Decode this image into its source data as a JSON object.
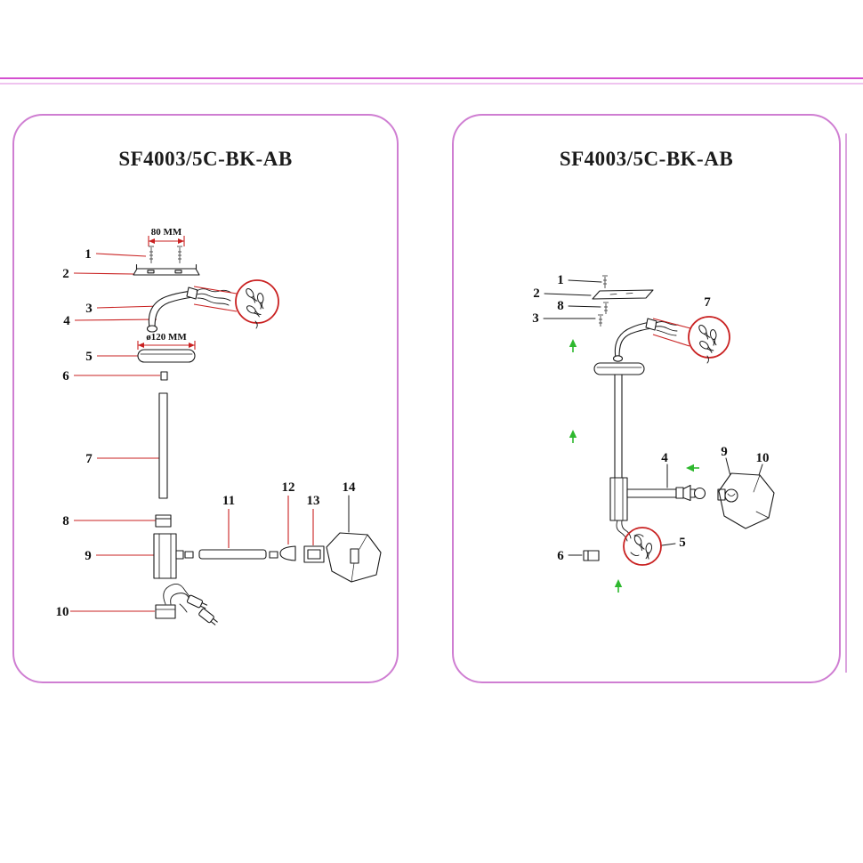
{
  "colors": {
    "accent_magenta": "#d44fd0",
    "accent_pink": "#efc3ef",
    "panel_border": "#cf7ed2",
    "leader_red": "#c92121",
    "arrow_green": "#2eb82e",
    "line_black": "#1a1a1a"
  },
  "panels": {
    "left": {
      "title": "SF4003/5C-BK-AB",
      "dimensions": {
        "bracket_width": "80 MM",
        "canopy_diameter": "ø120 MM"
      },
      "callouts": [
        "1",
        "2",
        "3",
        "4",
        "5",
        "6",
        "7",
        "8",
        "9",
        "10",
        "11",
        "12",
        "13",
        "14"
      ]
    },
    "right": {
      "title": "SF4003/5C-BK-AB",
      "callouts": [
        "1",
        "2",
        "8",
        "3",
        "7",
        "4",
        "9",
        "10",
        "5",
        "6"
      ]
    }
  }
}
